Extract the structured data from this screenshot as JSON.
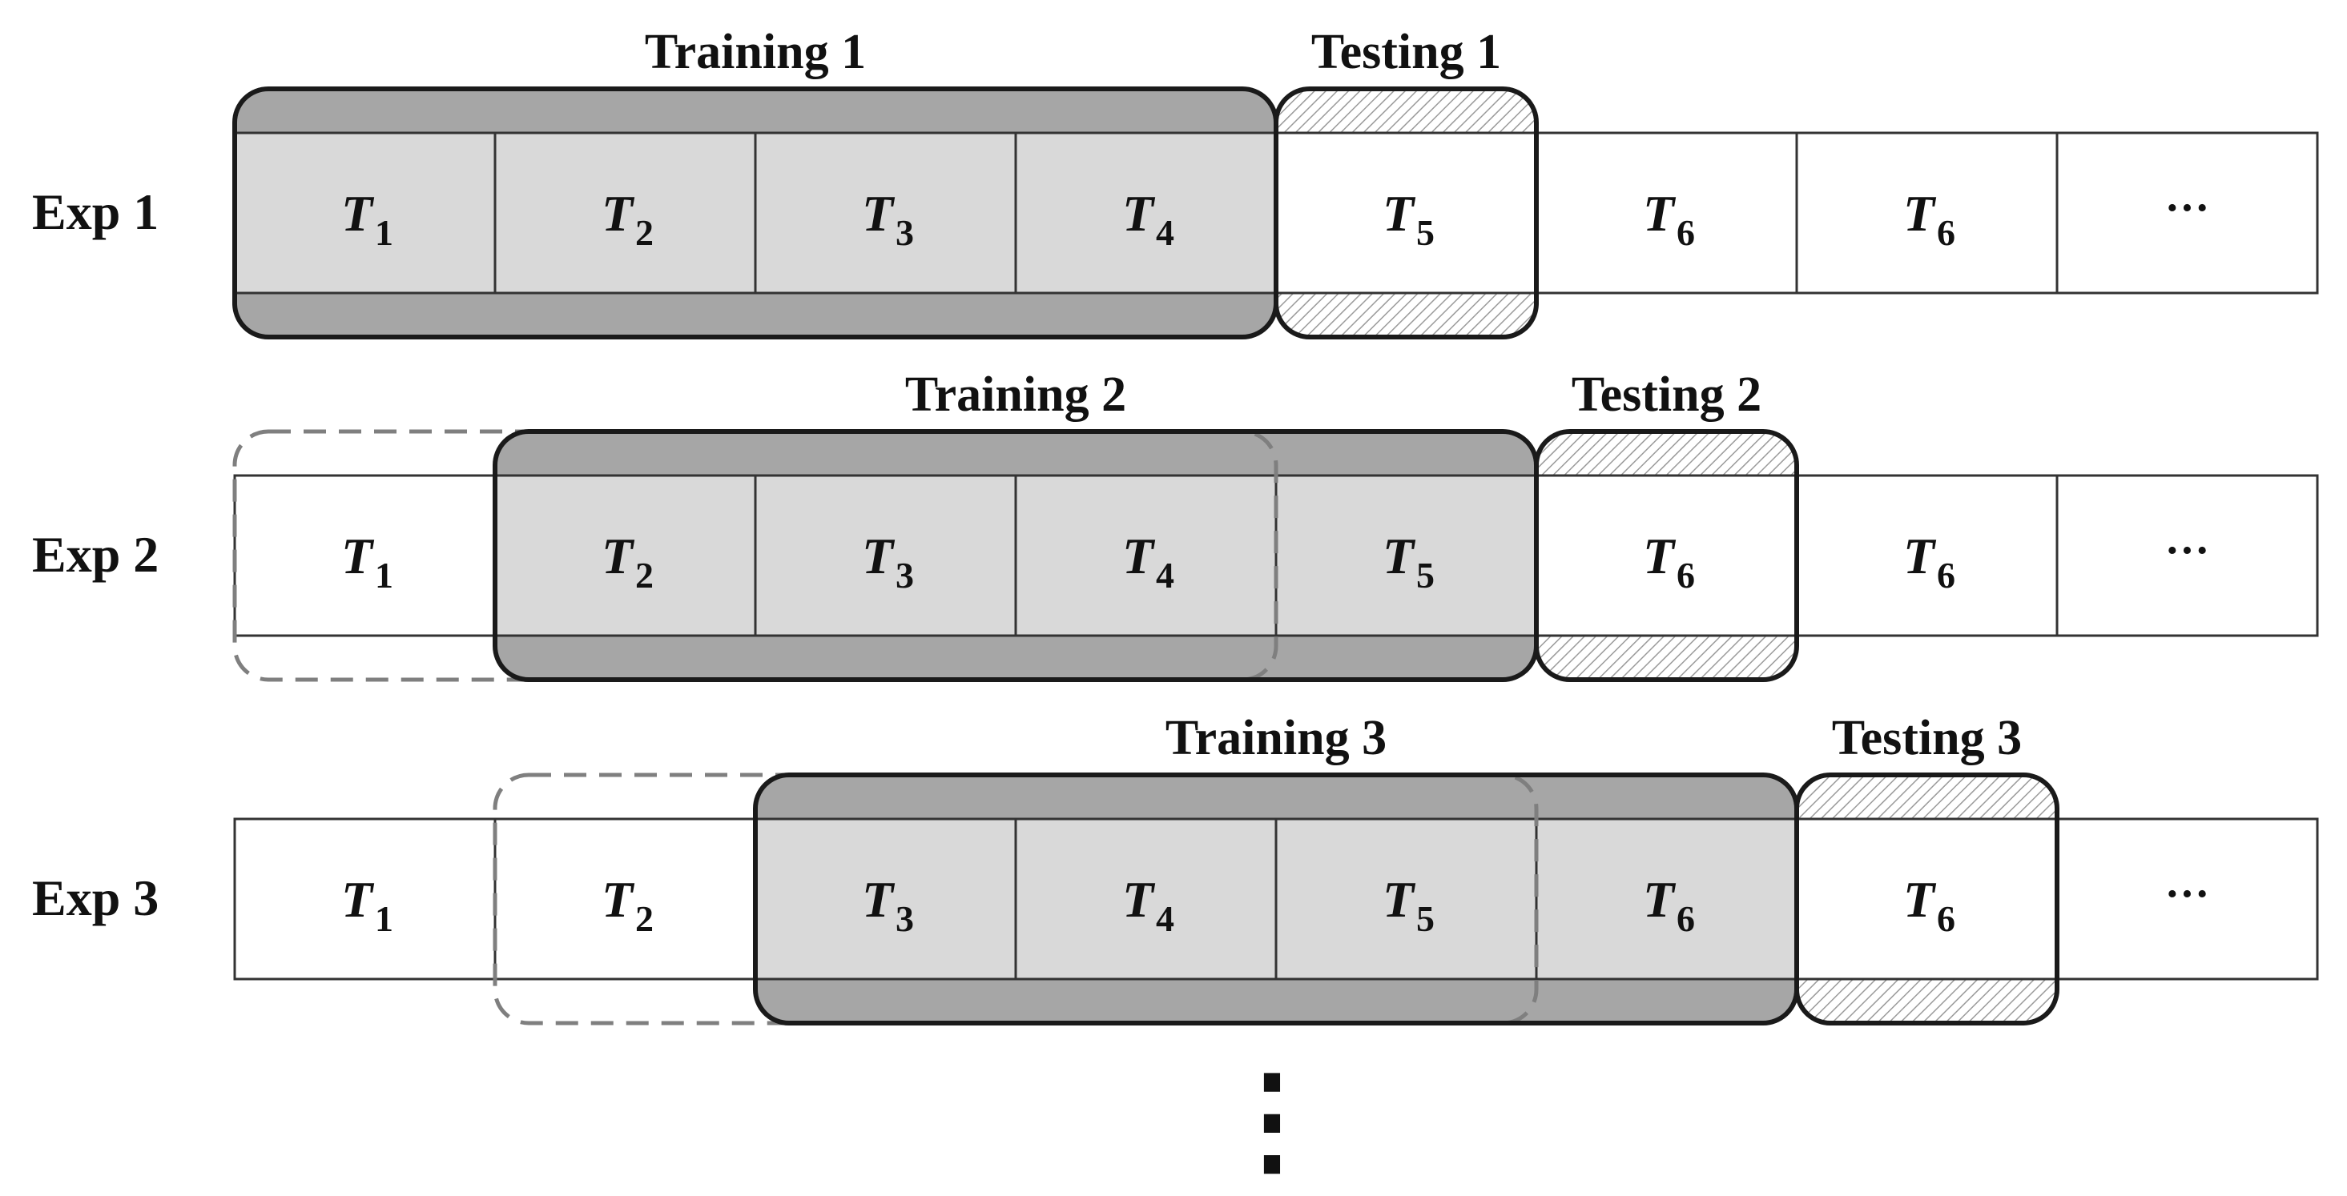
{
  "rows": [
    {
      "label": "Exp 1",
      "cells": [
        {
          "base": "T",
          "sub": "1"
        },
        {
          "base": "T",
          "sub": "2"
        },
        {
          "base": "T",
          "sub": "3"
        },
        {
          "base": "T",
          "sub": "4"
        },
        {
          "base": "T",
          "sub": "5"
        },
        {
          "base": "T",
          "sub": "6"
        },
        {
          "base": "T",
          "sub": "6"
        },
        {
          "base": "···",
          "sub": ""
        }
      ],
      "training": {
        "label": "Training 1",
        "start": 0,
        "end": 4
      },
      "testing": {
        "label": "Testing 1",
        "index": 4
      },
      "previous": null
    },
    {
      "label": "Exp 2",
      "cells": [
        {
          "base": "T",
          "sub": "1"
        },
        {
          "base": "T",
          "sub": "2"
        },
        {
          "base": "T",
          "sub": "3"
        },
        {
          "base": "T",
          "sub": "4"
        },
        {
          "base": "T",
          "sub": "5"
        },
        {
          "base": "T",
          "sub": "6"
        },
        {
          "base": "T",
          "sub": "6"
        },
        {
          "base": "···",
          "sub": ""
        }
      ],
      "training": {
        "label": "Training 2",
        "start": 1,
        "end": 5
      },
      "testing": {
        "label": "Testing 2",
        "index": 5
      },
      "previous": {
        "start": 0,
        "end": 4
      }
    },
    {
      "label": "Exp 3",
      "cells": [
        {
          "base": "T",
          "sub": "1"
        },
        {
          "base": "T",
          "sub": "2"
        },
        {
          "base": "T",
          "sub": "3"
        },
        {
          "base": "T",
          "sub": "4"
        },
        {
          "base": "T",
          "sub": "5"
        },
        {
          "base": "T",
          "sub": "6"
        },
        {
          "base": "T",
          "sub": "6"
        },
        {
          "base": "···",
          "sub": ""
        }
      ],
      "training": {
        "label": "Training 3",
        "start": 2,
        "end": 6
      },
      "testing": {
        "label": "Testing 3",
        "index": 6
      },
      "previous": {
        "start": 1,
        "end": 5
      }
    }
  ],
  "continuation": "⋮",
  "colors": {
    "training_fill": "#a6a6a6",
    "cell_fill_training": "#d9d9d9",
    "cell_fill": "#ffffff",
    "hatch": "#bfbfbf",
    "stroke": "#1a1a1a",
    "dashed": "#7f7f7f"
  }
}
